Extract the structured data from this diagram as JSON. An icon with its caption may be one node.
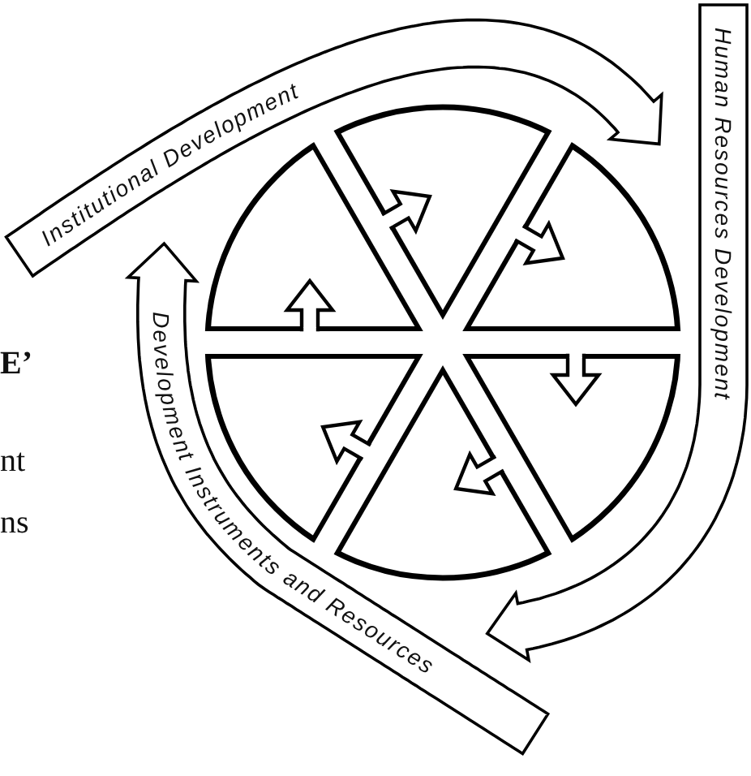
{
  "diagram": {
    "nodes": [
      {
        "text": [
          "Institutional Development"
        ]
      },
      {
        "text": [
          "Human Resources Development"
        ]
      },
      {
        "text": [
          "Development Instruments and Resources"
        ]
      }
    ],
    "labels": [
      "E’",
      "nt",
      "ns"
    ]
  }
}
